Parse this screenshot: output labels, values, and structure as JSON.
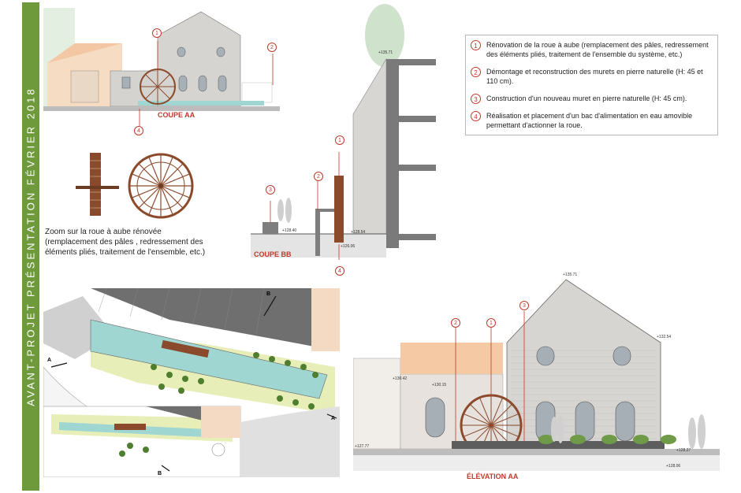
{
  "sidebar": {
    "title": "AVANT-PROJET PRÉSENTATION FÉVRIER 2018"
  },
  "legend": {
    "items": [
      {
        "num": "1",
        "text": "Rénovation de la roue à aube (remplacement des pâles, redressement des éléments pliés, traitement de l'ensemble du système, etc.)"
      },
      {
        "num": "2",
        "text": "Démontage et reconstruction des murets en pierre naturelle (H: 45 et 110 cm)."
      },
      {
        "num": "3",
        "text": "Construction d'un nouveau muret en pierre naturelle (H: 45 cm)."
      },
      {
        "num": "4",
        "text": "Réalisation et placement d'un bac d'alimentation en eau amovible permettant d'actionner la roue."
      }
    ]
  },
  "labels": {
    "coupe_aa": "COUPE AA",
    "coupe_bb": "COUPE BB",
    "elevation_aa": "ÉLÉVATION AA",
    "caption": "Zoom sur la roue à aube rénovée (remplacement des pâles , redressement des éléments pliés, traitement de l'ensemble, etc.)"
  },
  "markers": {
    "m1": "1",
    "m2": "2",
    "m3": "3",
    "m4": "4"
  },
  "levels": {
    "top_section": "+135.71",
    "elev_top": "+135.71",
    "elev_right": "+132.54",
    "elev_left": "+130.42",
    "elev_mid": "+130.15",
    "elev_b1": "+127.77",
    "elev_b2": "+128.27",
    "elev_b3": "+128.06",
    "bb_a": "+128.40",
    "bb_b": "+128.54",
    "bb_c": "+126.06"
  },
  "plan": {
    "section_a": "A",
    "section_b": "B"
  },
  "colors": {
    "accent": "#6e9a3c",
    "marker": "#c0392b",
    "wheel": "#8b4a2b",
    "water": "#9fd6d2"
  }
}
